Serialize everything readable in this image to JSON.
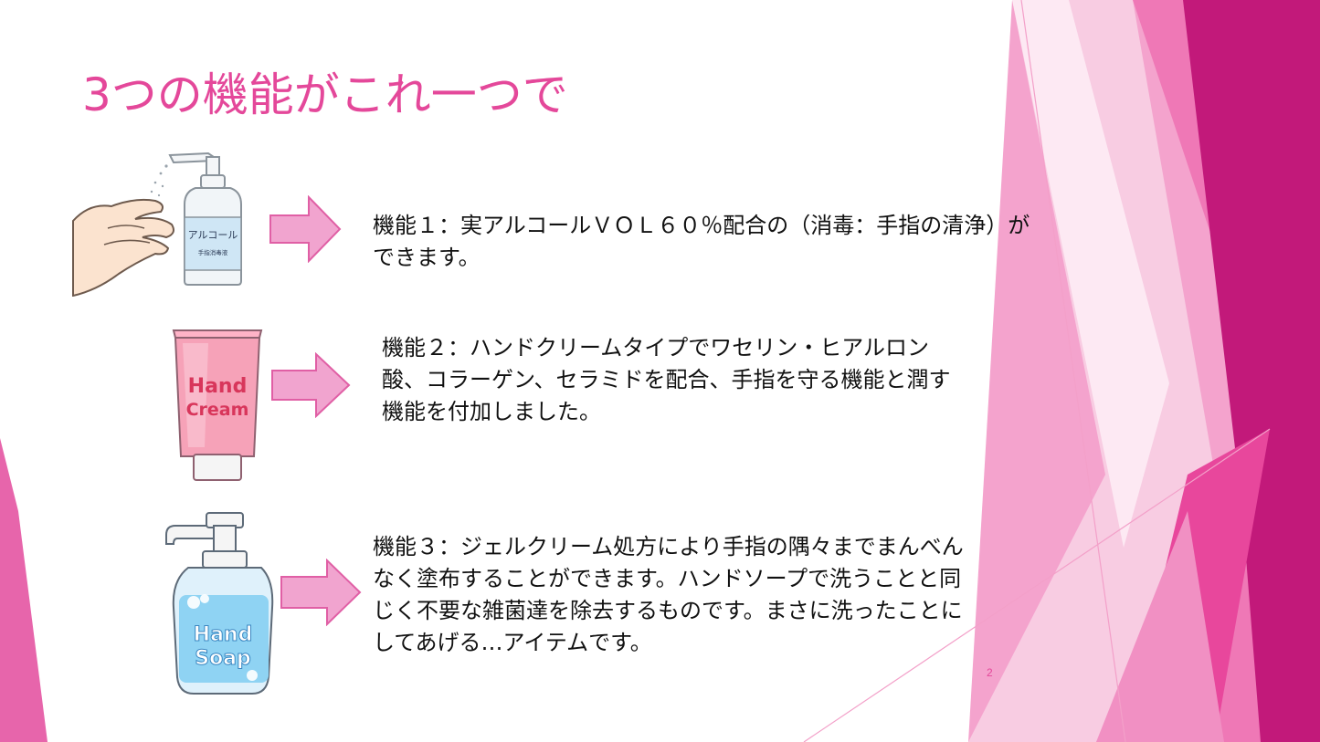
{
  "slide": {
    "title": "3つの機能がこれ一つで",
    "page_number": "2",
    "accent_color": "#e4489a",
    "features": [
      {
        "icon": "sanitizer-hands-icon",
        "product_label": "アルコール",
        "product_sublabel": "手指消毒液",
        "text": "機能１：実アルコールＶＯＬ６０％配合の（消毒：手指の清浄）ができます。"
      },
      {
        "icon": "hand-cream-tube-icon",
        "product_label_line1": "Hand",
        "product_label_line2": "Cream",
        "text": "機能２：ハンドクリームタイプでワセリン・ヒアルロン酸、コラーゲン、セラミドを配合、手指を守る機能と潤す機能を付加しました。"
      },
      {
        "icon": "hand-soap-pump-icon",
        "product_label_line1": "Hand",
        "product_label_line2": "Soap",
        "text": "機能３：ジェルクリーム処方により手指の隅々までまんべんなく塗布することができます。ハンドソープで洗うことと同じく不要な雑菌達を除去するものです。まさに洗ったことにしてあげる…アイテムです。"
      }
    ]
  }
}
